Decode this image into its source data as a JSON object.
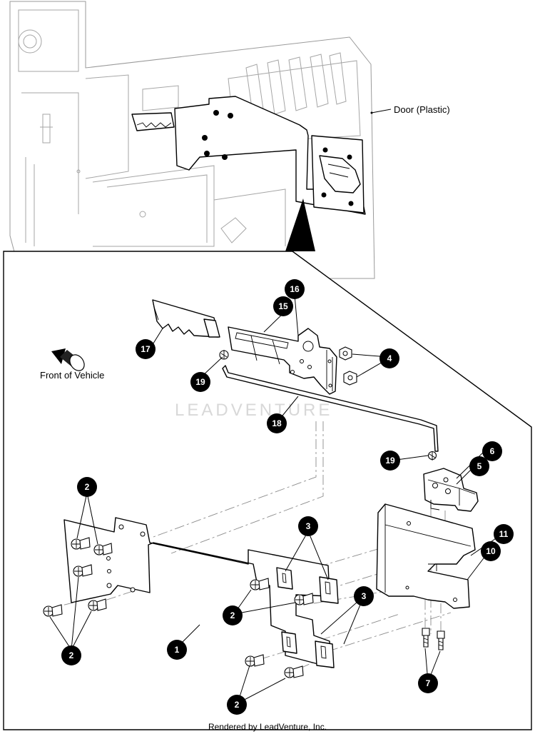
{
  "labels": {
    "door": "Door (Plastic)",
    "front_of_vehicle": "Front of Vehicle"
  },
  "watermark": "LEADVENTURE",
  "footer": "Rendered by LeadVenture, Inc.",
  "callouts": [
    "1",
    "2",
    "3",
    "4",
    "5",
    "6",
    "7",
    "10",
    "11",
    "15",
    "16",
    "17",
    "18",
    "19"
  ],
  "icons": {
    "direction": "front-arrow-icon"
  }
}
